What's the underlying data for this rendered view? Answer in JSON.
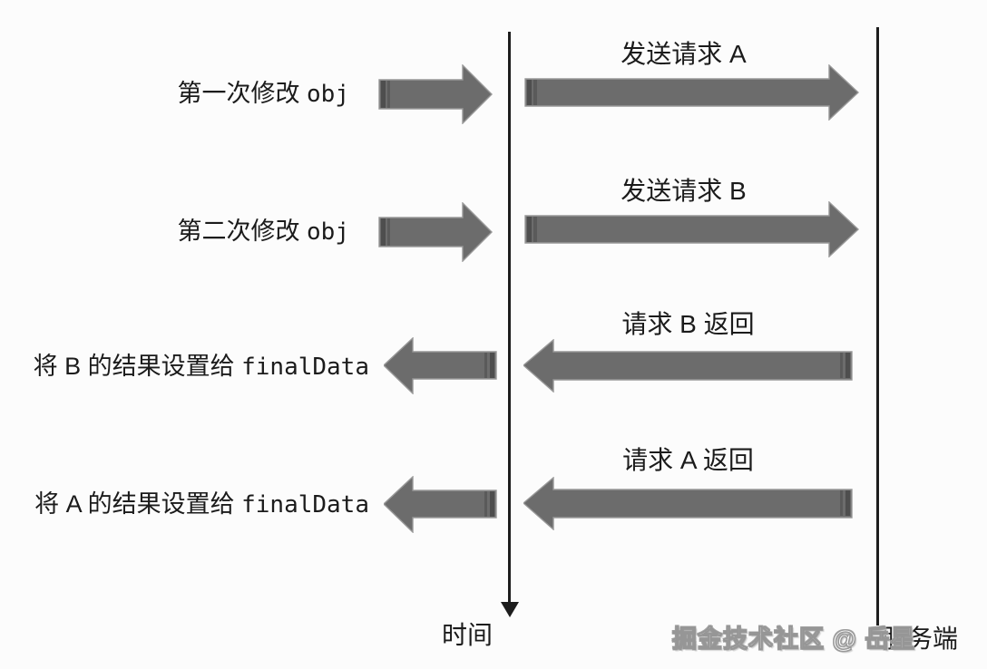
{
  "diagram": {
    "timeline_label": "时间",
    "server_label": "服务端",
    "watermark": "掘金技术社区 @ 岳星",
    "rows": [
      {
        "side_cn": "第一次修改 ",
        "side_code": "obj",
        "arrow_label": "发送请求 A",
        "direction": "right"
      },
      {
        "side_cn": "第二次修改 ",
        "side_code": "obj",
        "arrow_label": "发送请求 B",
        "direction": "right"
      },
      {
        "side_cn": "将 B 的结果设置给 ",
        "side_code": "finalData",
        "arrow_label": "请求 B 返回",
        "direction": "left"
      },
      {
        "side_cn": "将 A 的结果设置给 ",
        "side_code": "finalData",
        "arrow_label": "请求 A 返回",
        "direction": "left"
      }
    ],
    "colors": {
      "arrow-fill": "#6c6c6c",
      "arrow-stroke": "#989898",
      "arrow-tail": "#4e4e4e",
      "arrow-tail2": "#5a5a5a",
      "line-color": "#1d1d1d",
      "text-color": "#1b1b1b",
      "bg": "#fcfcfc",
      "watermark-stroke": "#969696"
    }
  }
}
